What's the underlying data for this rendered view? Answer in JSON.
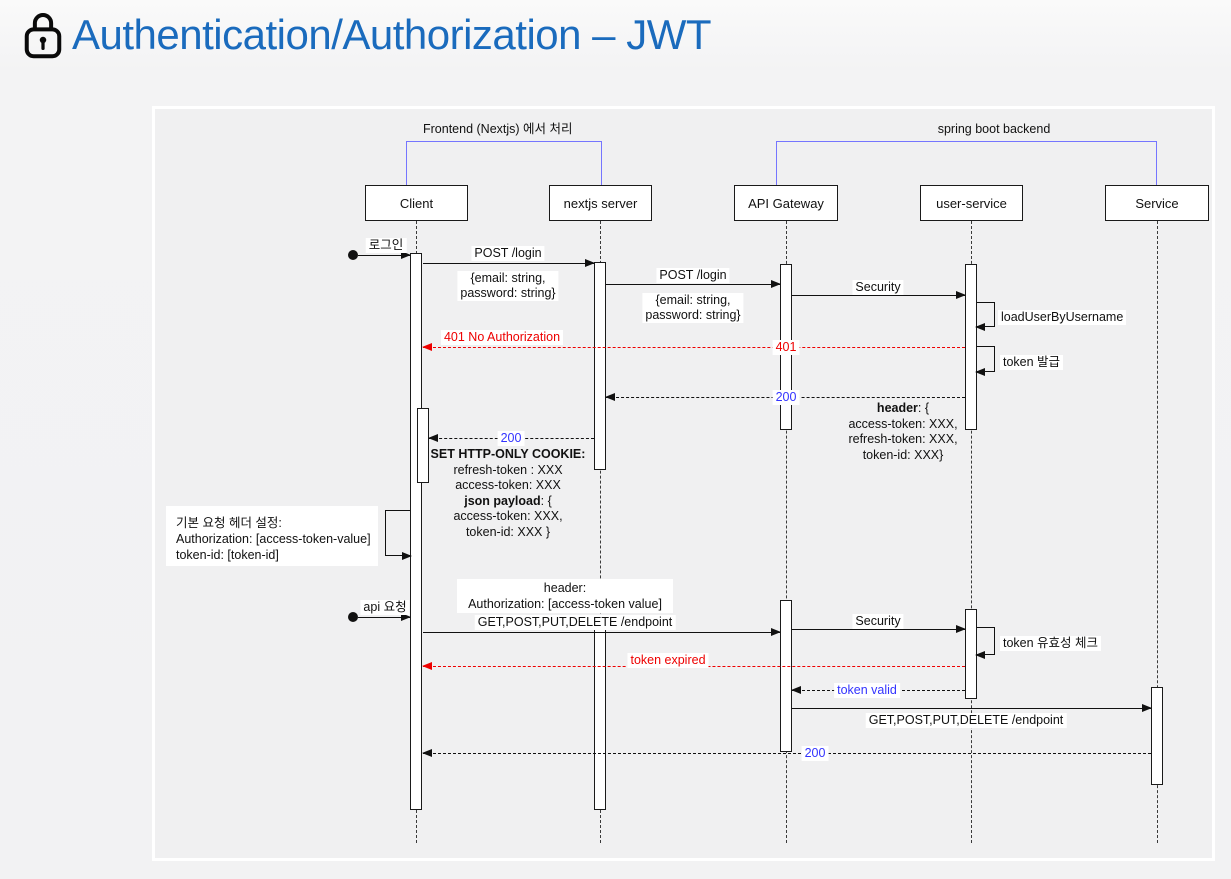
{
  "title": {
    "text": "Authentication/Authorization – JWT"
  },
  "groups": {
    "frontend": "Frontend (Nextjs) 에서 처리",
    "backend": "spring boot backend"
  },
  "actors": {
    "client": "Client",
    "nextjs": "nextjs server",
    "gateway": "API Gateway",
    "user_service": "user-service",
    "service": "Service"
  },
  "flow1": {
    "login_trigger": "로그인",
    "post_login": "POST /login",
    "post_login_body_1": "{email: string,",
    "post_login_body_2": "password: string}",
    "post_login2": "POST /login",
    "post_login2_body_1": "{email: string,",
    "post_login2_body_2": "password: string}",
    "security": "Security",
    "load_user": "loadUserByUsername",
    "unauthorized": "401 No Authorization",
    "unauthorized_code": "401",
    "token_issue": "token 발급",
    "resp_200": "200",
    "header_note": {
      "bold": "header",
      "open": ": {",
      "l1": "access-token: XXX,",
      "l2": "refresh-token: XXX,",
      "l3": "token-id: XXX}"
    },
    "resp_200b": "200",
    "cookie_note": {
      "title": "SET HTTP-ONLY COOKIE:",
      "l1": "refresh-token : XXX",
      "l2": "access-token: XXX",
      "json_bold": "json payload",
      "json_open": ": {",
      "l3": "access-token: XXX,",
      "l4": "token-id: XXX }"
    }
  },
  "flow2": {
    "default_header_l1": "기본 요청 헤더 설정:",
    "default_header_l2": "Authorization:  [access-token-value]",
    "default_header_l3": "token-id: [token-id]",
    "api_trigger": "api 요청",
    "req_header_l1": "header:",
    "req_header_l2": "Authorization: [access-token value]",
    "endpoint_call": "GET,POST,PUT,DELETE /endpoint",
    "security": "Security",
    "token_check": "token 유효성 체크",
    "token_expired": "token expired",
    "token_valid": "token valid",
    "endpoint_call2": "GET,POST,PUT,DELETE /endpoint",
    "resp_200": "200"
  },
  "colors": {
    "title_blue": "#1a6bbd",
    "error_red": "#ee0000",
    "status_blue": "#3333ff",
    "bracket_blue": "#7575ff"
  }
}
